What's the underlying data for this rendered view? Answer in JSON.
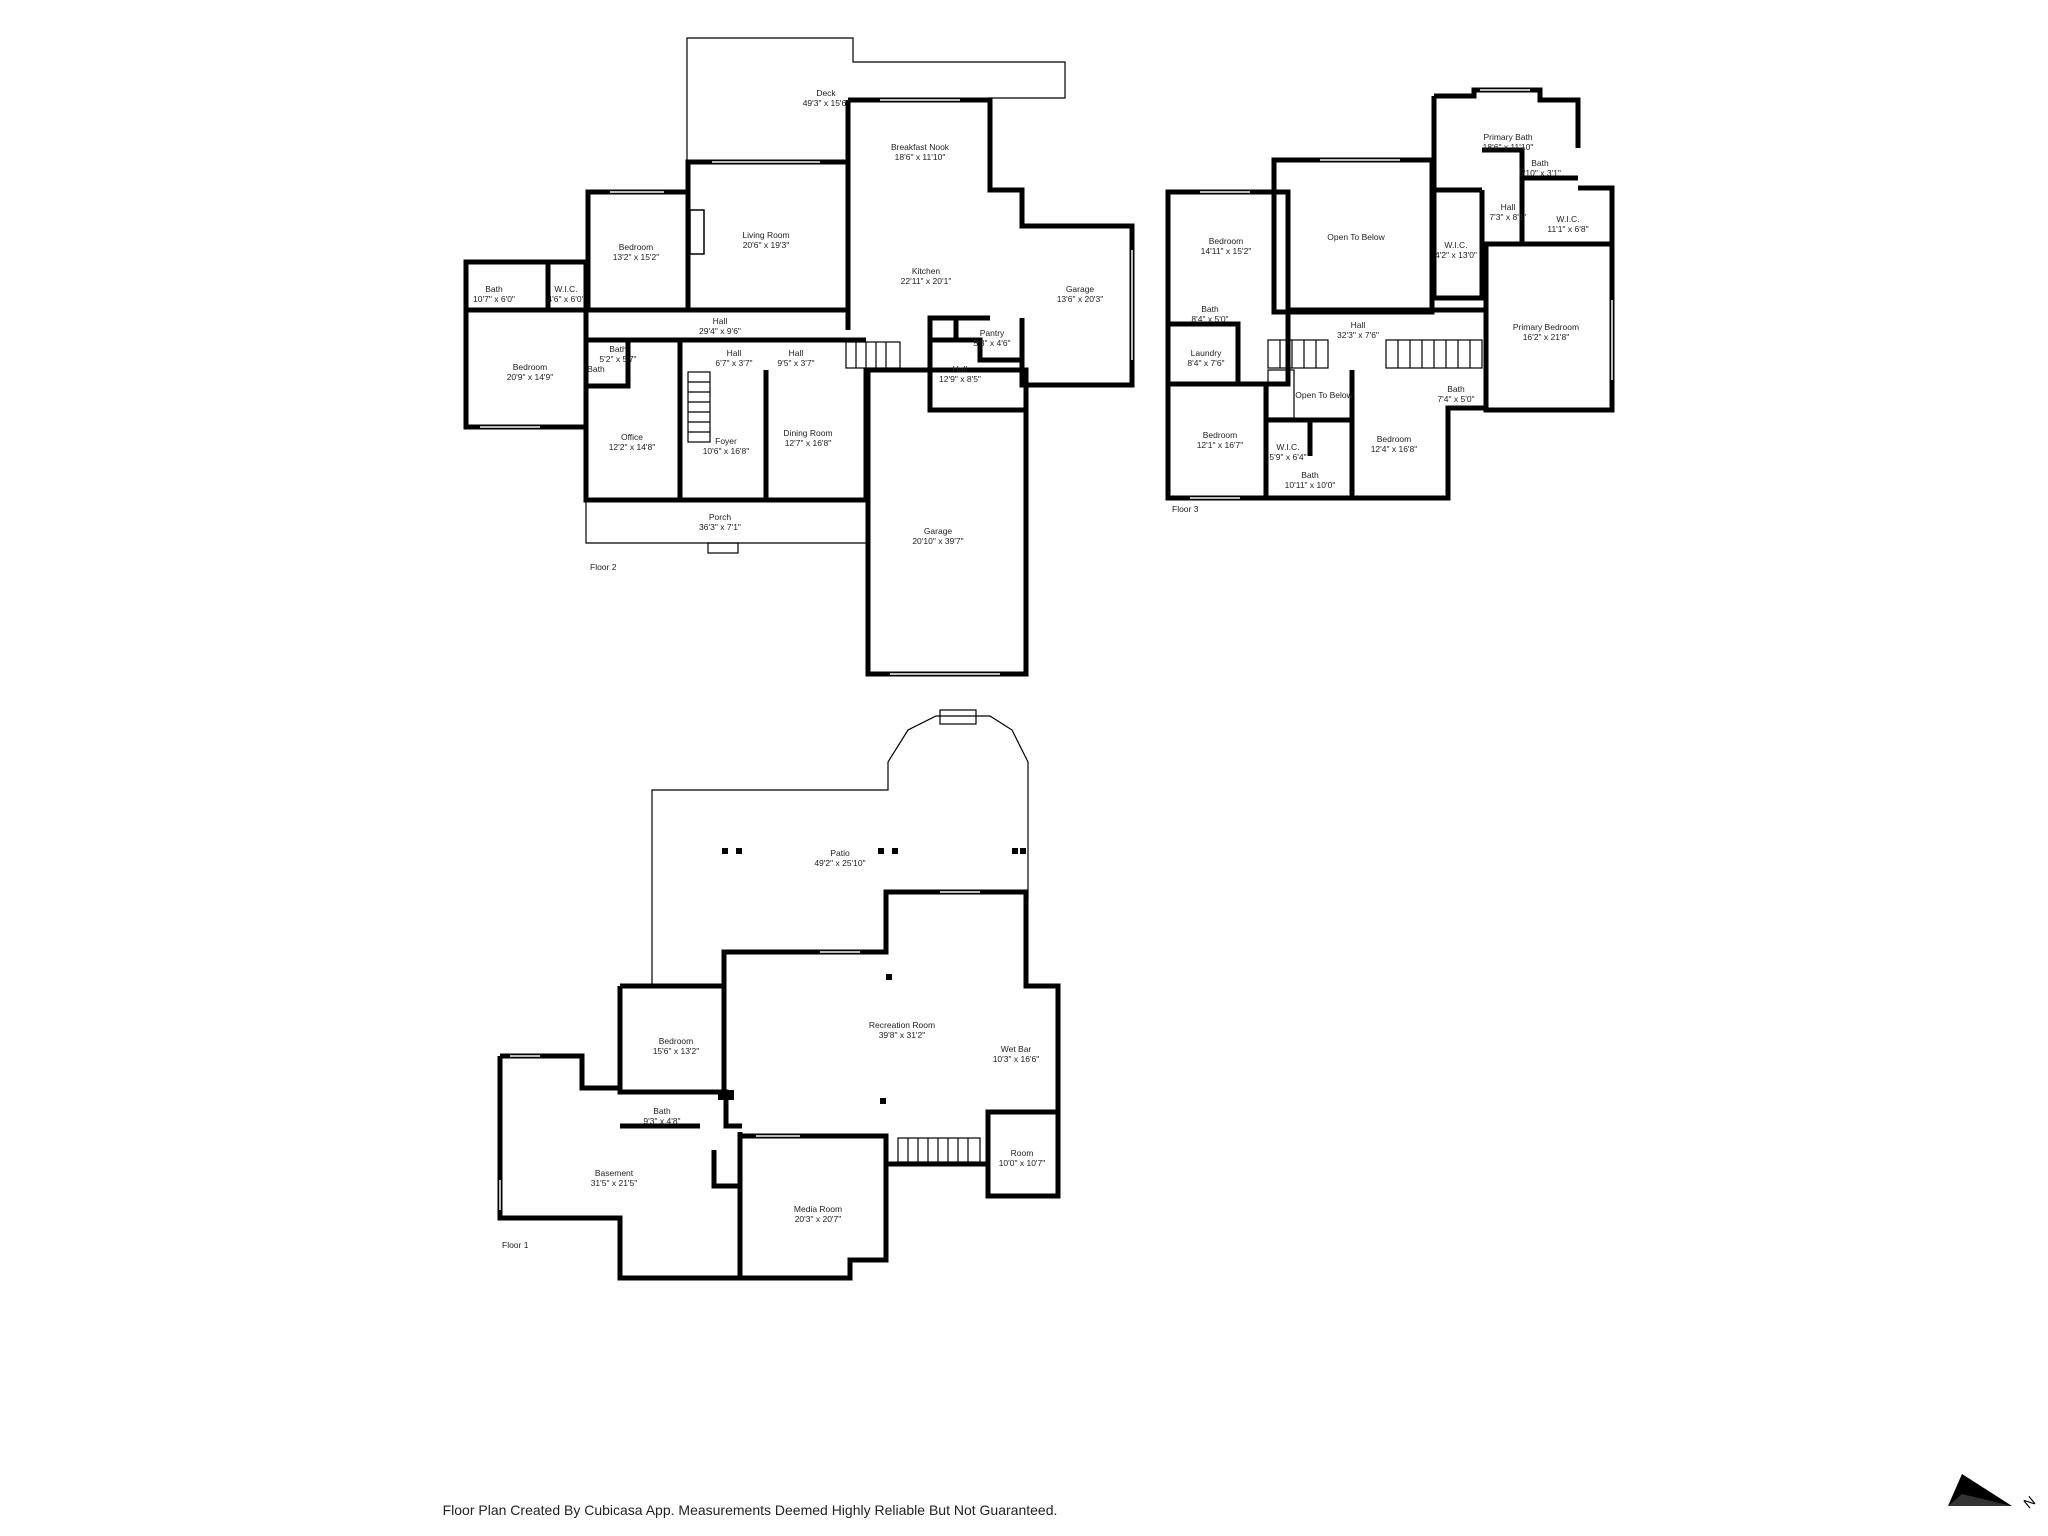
{
  "floors": [
    {
      "id": "floor-2",
      "label": "Floor 2",
      "rooms": [
        {
          "id": "deck",
          "name": "Deck",
          "size": "49'3\" x 15'6\""
        },
        {
          "id": "breakfast-nook",
          "name": "Breakfast Nook",
          "size": "18'6\" x 11'10\""
        },
        {
          "id": "living-room",
          "name": "Living Room",
          "size": "20'6\" x 19'3\""
        },
        {
          "id": "bedroom-a",
          "name": "Bedroom",
          "size": "13'2\" x 15'2\""
        },
        {
          "id": "bath-a",
          "name": "Bath",
          "size": "10'7\" x 6'0\""
        },
        {
          "id": "wic-a",
          "name": "W.I.C.",
          "size": "4'6\" x 6'0\""
        },
        {
          "id": "kitchen",
          "name": "Kitchen",
          "size": "22'11\" x 20'1\""
        },
        {
          "id": "garage-small",
          "name": "Garage",
          "size": "13'6\" x 20'3\""
        },
        {
          "id": "hall-main",
          "name": "Hall",
          "size": "29'4\" x 9'6\""
        },
        {
          "id": "pantry",
          "name": "Pantry",
          "size": "5'8\" x 4'6\""
        },
        {
          "id": "bedroom-b",
          "name": "Bedroom",
          "size": "20'9\" x 14'9\""
        },
        {
          "id": "bath-b",
          "name": "Bath",
          "size": "5'2\" x 5'7\""
        },
        {
          "id": "hall-b",
          "name": "Hall",
          "size": "6'7\" x 3'7\""
        },
        {
          "id": "hall-c",
          "name": "Hall",
          "size": "9'5\" x 3'7\""
        },
        {
          "id": "hall-d",
          "name": "Hall",
          "size": "12'9\" x 8'5\""
        },
        {
          "id": "bath-c",
          "name": "Bath",
          "size": ""
        },
        {
          "id": "office",
          "name": "Office",
          "size": "12'2\" x 14'8\""
        },
        {
          "id": "foyer",
          "name": "Foyer",
          "size": "10'6\" x 16'8\""
        },
        {
          "id": "dining-room",
          "name": "Dining Room",
          "size": "12'7\" x 16'8\""
        },
        {
          "id": "porch",
          "name": "Porch",
          "size": "36'3\" x 7'1\""
        },
        {
          "id": "garage-large",
          "name": "Garage",
          "size": "20'10\" x 39'7\""
        }
      ]
    },
    {
      "id": "floor-3",
      "label": "Floor 3",
      "rooms": [
        {
          "id": "primary-bath",
          "name": "Primary Bath",
          "size": "18'6\" x 11'10\""
        },
        {
          "id": "bath-p",
          "name": "Bath",
          "size": "6'10\" x 3'1\""
        },
        {
          "id": "hall-p",
          "name": "Hall",
          "size": "7'3\" x 8'1\""
        },
        {
          "id": "wic-p1",
          "name": "W.I.C.",
          "size": "11'1\" x 6'8\""
        },
        {
          "id": "wic-p2",
          "name": "W.I.C.",
          "size": "4'2\" x 13'0\""
        },
        {
          "id": "bedroom-u1",
          "name": "Bedroom",
          "size": "14'11\" x 15'2\""
        },
        {
          "id": "open-below-1",
          "name": "Open To Below",
          "size": ""
        },
        {
          "id": "bath-u1",
          "name": "Bath",
          "size": "8'4\" x 5'0\""
        },
        {
          "id": "hall-u",
          "name": "Hall",
          "size": "32'3\" x 7'6\""
        },
        {
          "id": "primary-bedroom",
          "name": "Primary Bedroom",
          "size": "16'2\" x 21'8\""
        },
        {
          "id": "laundry",
          "name": "Laundry",
          "size": "8'4\" x 7'6\""
        },
        {
          "id": "open-below-2",
          "name": "Open To Below",
          "size": ""
        },
        {
          "id": "bath-u2",
          "name": "Bath",
          "size": "7'4\" x 5'0\""
        },
        {
          "id": "bedroom-u2",
          "name": "Bedroom",
          "size": "12'1\" x 16'7\""
        },
        {
          "id": "wic-u",
          "name": "W.I.C.",
          "size": "5'9\" x 6'4\""
        },
        {
          "id": "bedroom-u3",
          "name": "Bedroom",
          "size": "12'4\" x 16'8\""
        },
        {
          "id": "bath-u3",
          "name": "Bath",
          "size": "10'11\" x 10'0\""
        }
      ]
    },
    {
      "id": "floor-1",
      "label": "Floor 1",
      "rooms": [
        {
          "id": "patio",
          "name": "Patio",
          "size": "49'2\" x 25'10\""
        },
        {
          "id": "recreation-room",
          "name": "Recreation Room",
          "size": "39'8\" x 31'2\""
        },
        {
          "id": "wet-bar",
          "name": "Wet Bar",
          "size": "10'3\" x 16'6\""
        },
        {
          "id": "bedroom-l",
          "name": "Bedroom",
          "size": "15'6\" x 13'2\""
        },
        {
          "id": "bath-l",
          "name": "Bath",
          "size": "9'3\" x 4'8\""
        },
        {
          "id": "room-l",
          "name": "Room",
          "size": "10'0\" x 10'7\""
        },
        {
          "id": "basement",
          "name": "Basement",
          "size": "31'5\" x 21'5\""
        },
        {
          "id": "media-room",
          "name": "Media Room",
          "size": "20'3\" x 20'7\""
        }
      ]
    }
  ],
  "compass": {
    "icon": "north-arrow-icon",
    "letter": "N"
  },
  "footer": "Floor Plan Created By Cubicasa App. Measurements Deemed Highly Reliable But Not Guaranteed."
}
